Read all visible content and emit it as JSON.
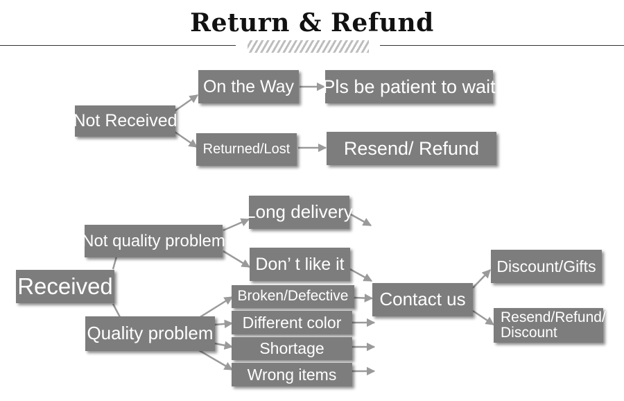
{
  "title": "Return & Refund",
  "colors": {
    "box": "#7d7d7d",
    "box_text": "#ffffff",
    "arrow": "#9a9a9a",
    "title": "#111111"
  },
  "nodes": {
    "not_received": "Not Received",
    "on_the_way": "On the Way",
    "pls_be_patient": "Pls be patient to wait",
    "returned_lost": "Returned/Lost",
    "resend_refund": "Resend/ Refund",
    "received": "Received",
    "not_quality_problem": "Not quality problem",
    "long_delivery": "Long delivery",
    "dont_like_it": "Don’ t like it",
    "quality_problem": "Quality problem",
    "broken_defective": "Broken/Defective",
    "different_color": "Different color",
    "shortage": "Shortage",
    "wrong_items": "Wrong items",
    "contact_us": "Contact us",
    "discount_gifts": "Discount/Gifts",
    "resend_refund_discount_line1": "Resend/Refund/",
    "resend_refund_discount_line2": "Discount"
  }
}
